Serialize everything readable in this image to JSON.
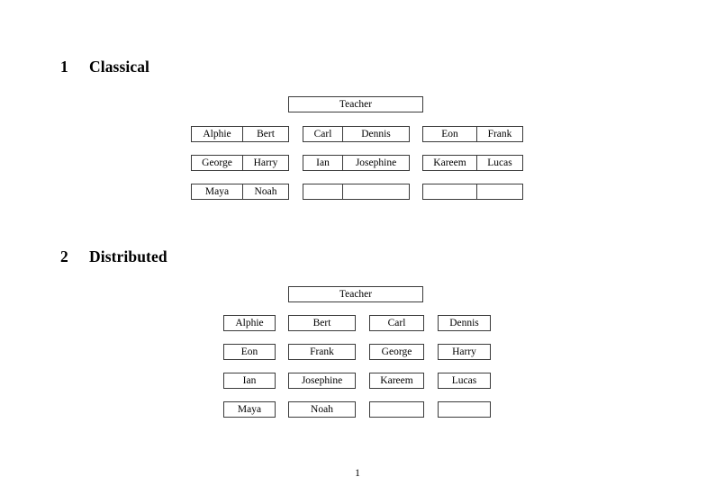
{
  "document": {
    "page_number": "1"
  },
  "sections": [
    {
      "number": "1",
      "title": "Classical",
      "teacher_label": "Teacher",
      "layout": "paired-groups",
      "groups": [
        {
          "rows": [
            [
              "Alphie",
              "Bert"
            ],
            [
              "George",
              "Harry"
            ],
            [
              "Maya",
              "Noah"
            ]
          ]
        },
        {
          "rows": [
            [
              "Carl",
              "Dennis"
            ],
            [
              "Ian",
              "Josephine"
            ],
            [
              "",
              ""
            ]
          ]
        },
        {
          "rows": [
            [
              "Eon",
              "Frank"
            ],
            [
              "Kareem",
              "Lucas"
            ],
            [
              "",
              ""
            ]
          ]
        }
      ]
    },
    {
      "number": "2",
      "title": "Distributed",
      "teacher_label": "Teacher",
      "layout": "individual-boxes",
      "rows": [
        [
          "Alphie",
          "Bert",
          "Carl",
          "Dennis"
        ],
        [
          "Eon",
          "Frank",
          "George",
          "Harry"
        ],
        [
          "Ian",
          "Josephine",
          "Kareem",
          "Lucas"
        ],
        [
          "Maya",
          "Noah",
          "",
          ""
        ]
      ]
    }
  ],
  "colors": {
    "text": "#000000",
    "border": "#3a3a3a",
    "background": "#ffffff"
  }
}
